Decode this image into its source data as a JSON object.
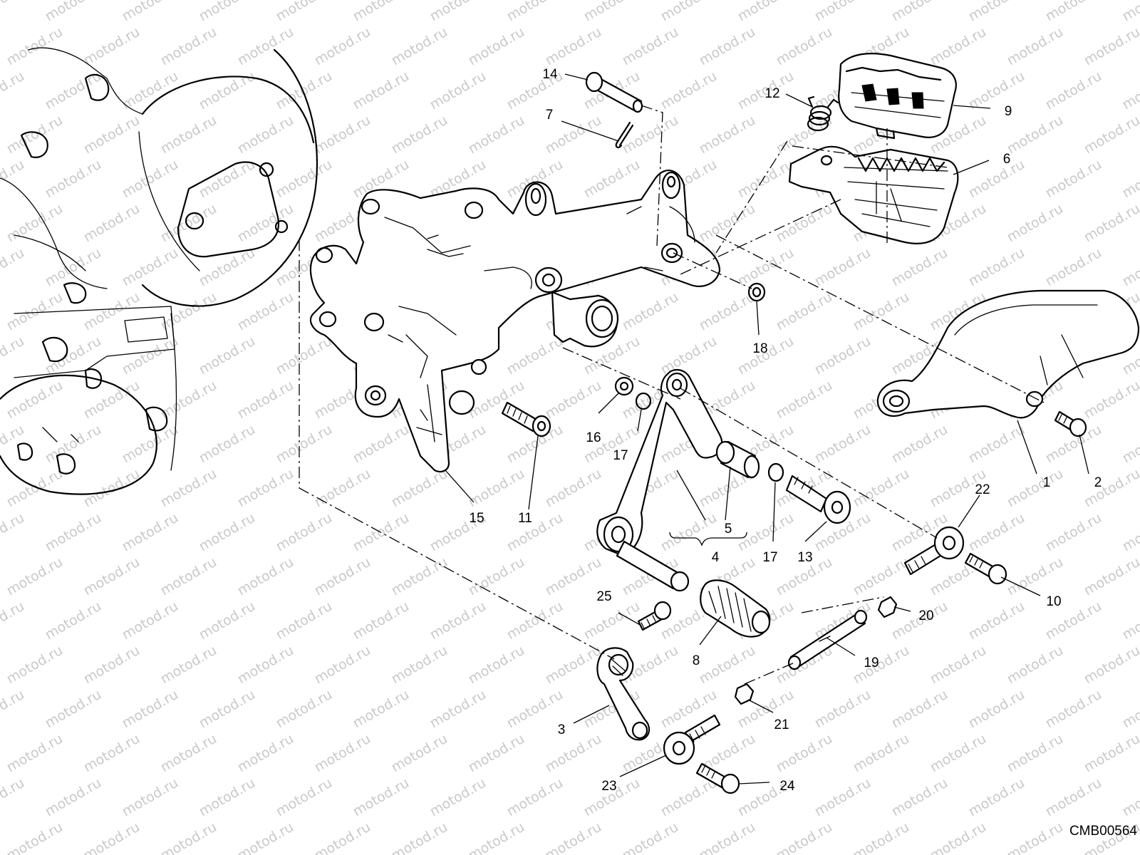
{
  "diagram": {
    "drawing_code": "CMB00564",
    "watermark_text": "motod.ru",
    "callouts": [
      {
        "id": "1",
        "label": "1"
      },
      {
        "id": "2",
        "label": "2"
      },
      {
        "id": "3",
        "label": "3"
      },
      {
        "id": "4",
        "label": "4"
      },
      {
        "id": "5",
        "label": "5"
      },
      {
        "id": "6",
        "label": "6"
      },
      {
        "id": "7",
        "label": "7"
      },
      {
        "id": "8",
        "label": "8"
      },
      {
        "id": "9",
        "label": "9"
      },
      {
        "id": "10",
        "label": "10"
      },
      {
        "id": "11",
        "label": "11"
      },
      {
        "id": "12",
        "label": "12"
      },
      {
        "id": "13",
        "label": "13"
      },
      {
        "id": "14",
        "label": "14"
      },
      {
        "id": "15",
        "label": "15"
      },
      {
        "id": "16",
        "label": "16"
      },
      {
        "id": "17a",
        "label": "17"
      },
      {
        "id": "17b",
        "label": "17"
      },
      {
        "id": "18",
        "label": "18"
      },
      {
        "id": "19",
        "label": "19"
      },
      {
        "id": "20",
        "label": "20"
      },
      {
        "id": "21",
        "label": "21"
      },
      {
        "id": "22",
        "label": "22"
      },
      {
        "id": "23",
        "label": "23"
      },
      {
        "id": "24",
        "label": "24"
      },
      {
        "id": "25",
        "label": "25"
      }
    ]
  }
}
